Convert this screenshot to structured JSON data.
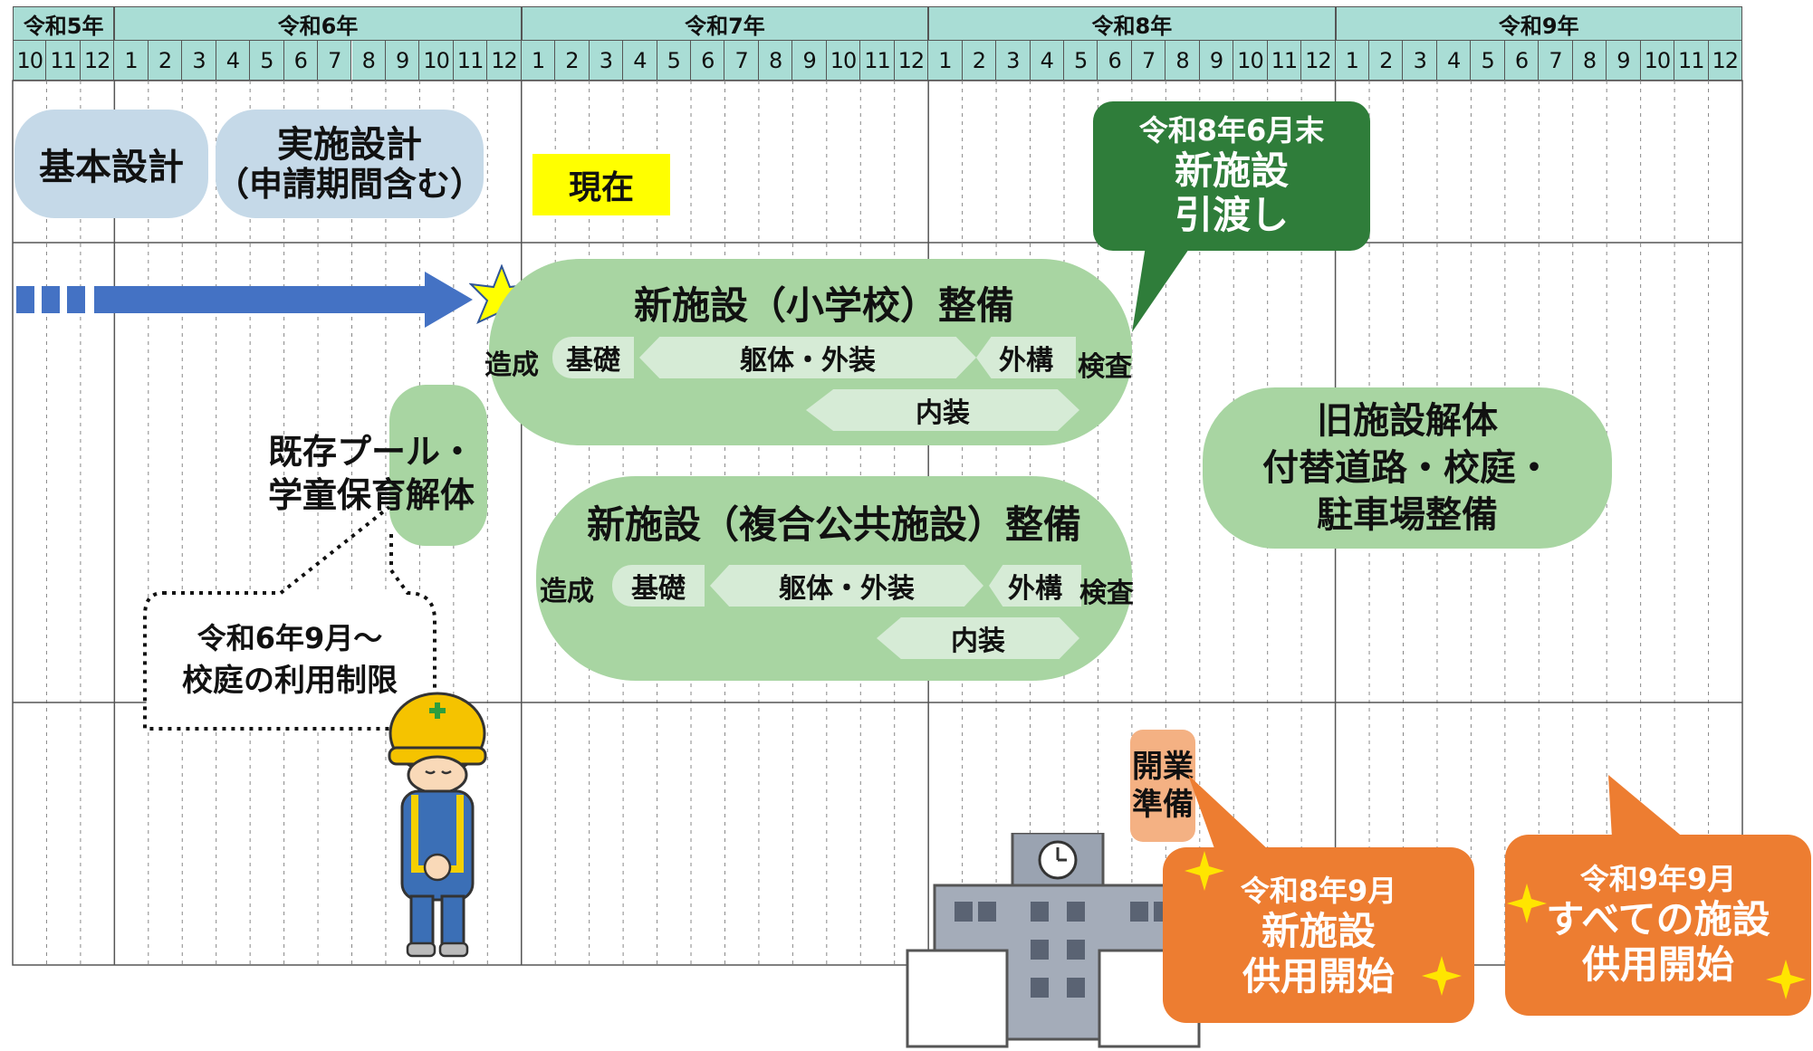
{
  "timeline": {
    "years": [
      "令和5年",
      "令和6年",
      "令和7年",
      "令和8年",
      "令和9年"
    ],
    "months_r5": [
      "10",
      "11",
      "12"
    ],
    "months_full": [
      "1",
      "2",
      "3",
      "4",
      "5",
      "6",
      "7",
      "8",
      "9",
      "10",
      "11",
      "12"
    ]
  },
  "phases": {
    "basic_design": "基本設計",
    "detail_design_line1": "実施設計",
    "detail_design_line2": "（申請期間含む）",
    "now_label": "現在"
  },
  "handover": {
    "line1": "令和8年6月末",
    "line2": "新施設",
    "line3": "引渡し"
  },
  "school_build": {
    "title": "新施設（小学校）整備",
    "step_grading": "造成",
    "step_foundation": "基礎",
    "step_frame": "躯体・外装",
    "step_exterior": "外構",
    "step_inspection": "検査",
    "step_interior": "内装"
  },
  "public_build": {
    "title": "新施設（複合公共施設）整備",
    "step_grading": "造成",
    "step_foundation": "基礎",
    "step_frame": "躯体・外装",
    "step_exterior": "外構",
    "step_inspection": "検査",
    "step_interior": "内装"
  },
  "demolition_pool": {
    "line1": "既存プール・",
    "line2": "学童保育解体"
  },
  "schoolyard_note": {
    "line1": "令和6年9月～",
    "line2": "校庭の利用制限"
  },
  "old_facility": {
    "line1": "旧施設解体",
    "line2": "付替道路・校庭・",
    "line3": "駐車場整備"
  },
  "opening_prep": {
    "line1": "開業",
    "line2": "準備"
  },
  "new_facility_open": {
    "line1": "令和8年9月",
    "line2": "新施設",
    "line3": "供用開始"
  },
  "all_facility_open": {
    "line1": "令和9年9月",
    "line2": "すべての施設",
    "line3": "供用開始"
  },
  "colors": {
    "header": "#a9ddd5",
    "design_pill": "#c5d9e8",
    "build_pill": "#a8d5a2",
    "build_sub": "#d6ebd6",
    "handover": "#2f7d3a",
    "arrow": "#4472c4",
    "now_bg": "#ffff00",
    "open_callout": "#ed7d31",
    "prep_box": "#f4b183"
  },
  "icons": [
    "star-icon",
    "arrow-icon",
    "worker-illustration",
    "school-building-illustration",
    "sparkle-icon"
  ]
}
